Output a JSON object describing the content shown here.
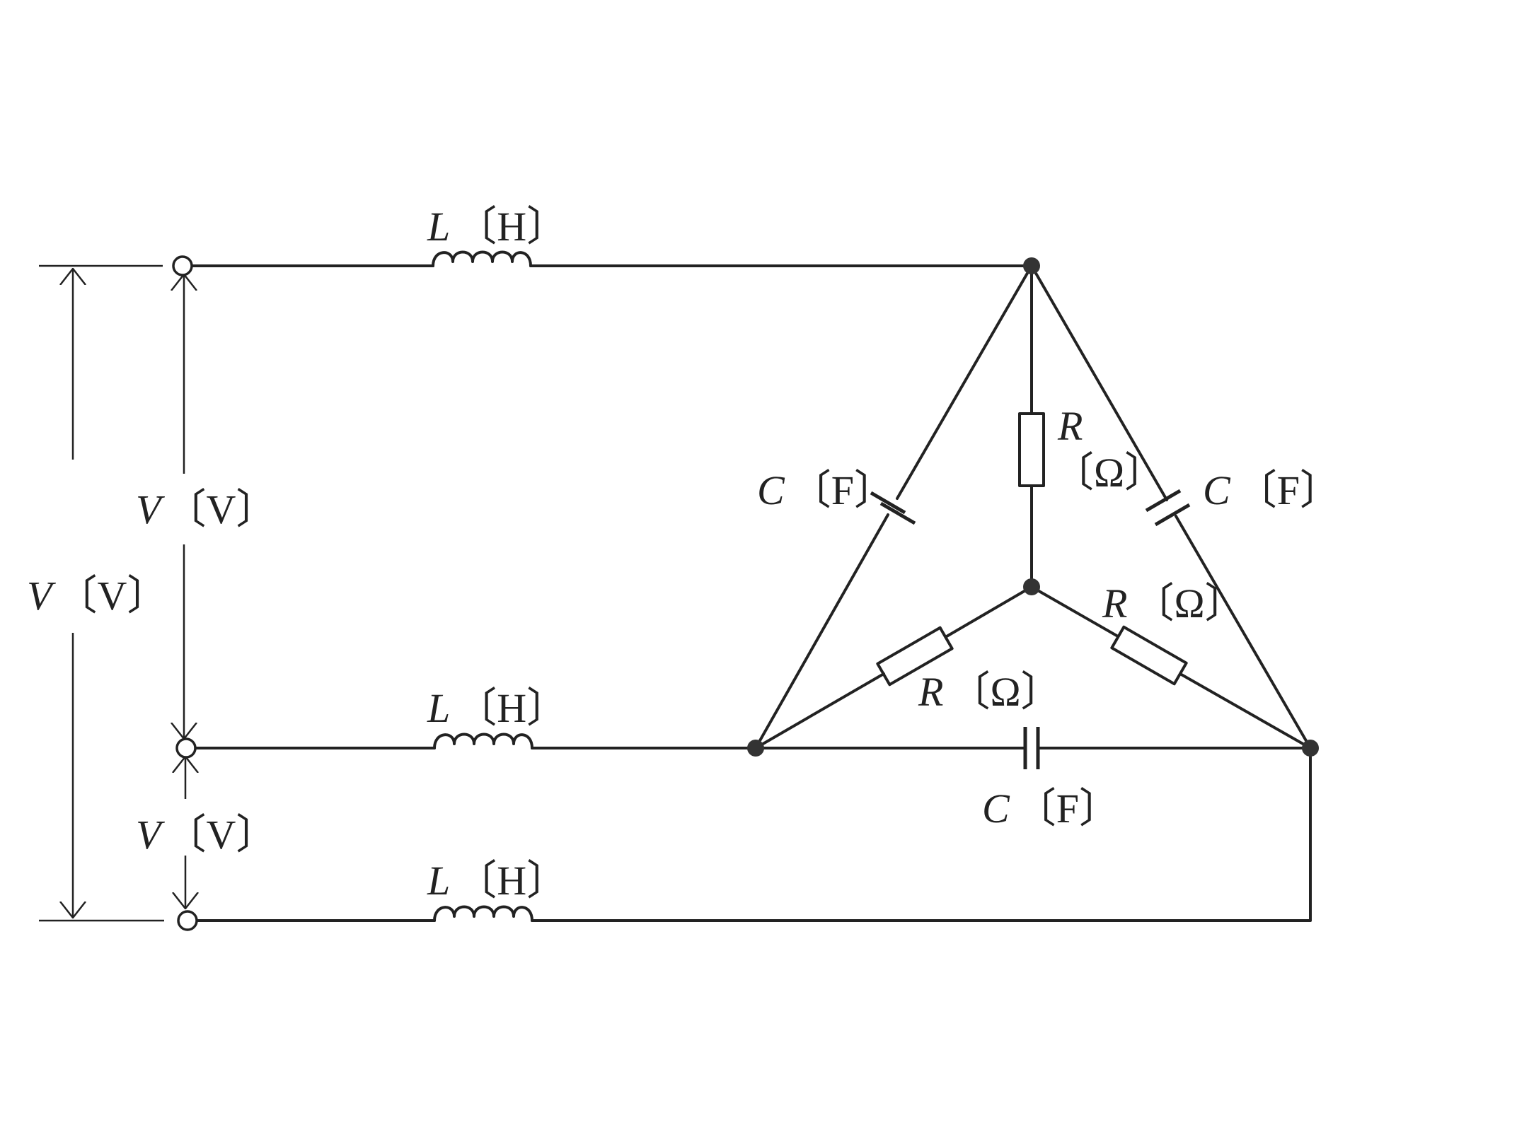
{
  "labels": {
    "inductor_top": {
      "symbol": "L",
      "unit": "〔H〕"
    },
    "inductor_mid": {
      "symbol": "L",
      "unit": "〔H〕"
    },
    "inductor_bot": {
      "symbol": "L",
      "unit": "〔H〕"
    },
    "volt_outer": {
      "symbol": "V",
      "unit": "〔V〕"
    },
    "volt_upper": {
      "symbol": "V",
      "unit": "〔V〕"
    },
    "volt_lower": {
      "symbol": "V",
      "unit": "〔V〕"
    },
    "cap_left": {
      "symbol": "C",
      "unit": "〔F〕"
    },
    "cap_right": {
      "symbol": "C",
      "unit": "〔F〕"
    },
    "cap_bottom": {
      "symbol": "C",
      "unit": "〔F〕"
    },
    "res_top": {
      "symbol": "R",
      "unit": "〔Ω〕"
    },
    "res_left": {
      "symbol": "R",
      "unit": "〔Ω〕"
    },
    "res_right": {
      "symbol": "R",
      "unit": "〔Ω〕"
    }
  }
}
